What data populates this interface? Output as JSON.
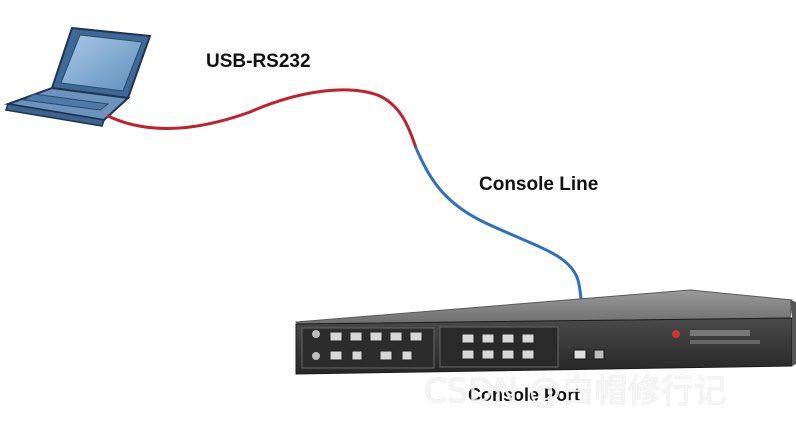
{
  "labels": {
    "usb_cable": "USB-RS232",
    "console_line": "Console Line",
    "console_port": "Console Port"
  },
  "watermark": "CSDN @白帽修行记",
  "colors": {
    "usb_cable": "#c0212a",
    "console_line": "#2f6fc0",
    "laptop_screen": "#6f9ec8",
    "laptop_body": "#5d87b3",
    "chassis": "#3a3a3a",
    "chassis_top": "#8e8e8e"
  },
  "icons": {
    "laptop": "laptop-icon",
    "router": "router-chassis-icon"
  }
}
